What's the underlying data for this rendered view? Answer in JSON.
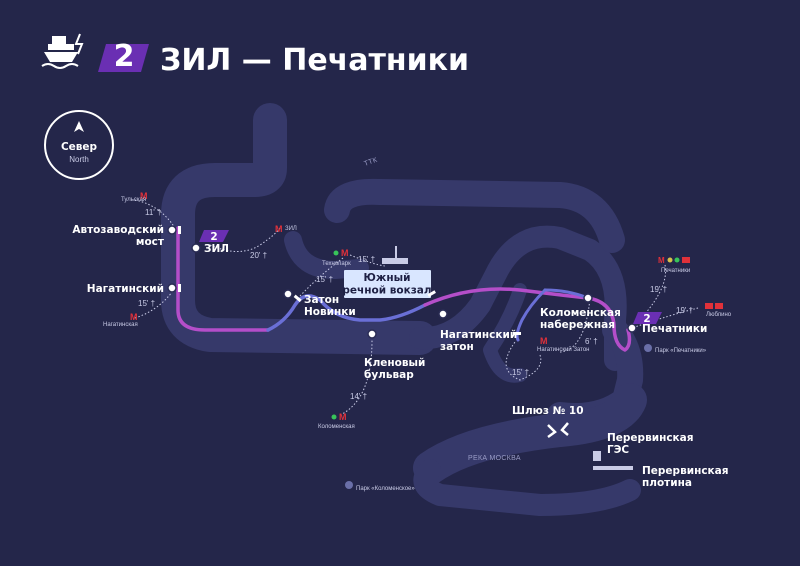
{
  "header": {
    "route_number": "2",
    "title": "ЗИЛ — Печатники"
  },
  "compass": {
    "label_ru": "Север",
    "label_en": "North"
  },
  "river_labels": {
    "ttk": "ТТК",
    "moskva": "РЕКА МОСКВА"
  },
  "piers": {
    "avtozavodsky": "Автозаводский мост",
    "zil": "ЗИЛ",
    "nagatinsky": "Нагатинский",
    "zaton_novinki": "Затон Новинки",
    "yuzhny": "Южный речной вокзал",
    "klenovy": "Кленовый бульвар",
    "nagatinsky_zaton": "Нагатинский затон",
    "kolomenskaya_nab": "Коломенская набережная",
    "pechatniki": "Печатники"
  },
  "metro": {
    "tulskaya": "Тульская",
    "zil": "ЗИЛ",
    "nagatinskaya": "Нагатинская",
    "tekhnopark": "Технопарк",
    "kolomenskaya": "Коломенская",
    "nagatinsky_zaton": "Нагатинский Затон",
    "pechatniki": "Печатники",
    "lyublino": "Люблино"
  },
  "walk_times": {
    "tulskaya": "11'",
    "zil": "20'",
    "nagatinskaya": "15'",
    "tekhnopark_a": "15'",
    "tekhnopark_b": "15'",
    "kolomenskaya": "14'",
    "nagatinsky_zaton_a": "15'",
    "nagatinsky_zaton_b": "6'",
    "pechatniki": "19'",
    "lyublino": "19'"
  },
  "transfer_badge": "2",
  "landmarks": {
    "lock": "Шлюз № 10",
    "ges": "Перервинская ГЭС",
    "dam": "Перервинская плотина",
    "park_kolomenskoe": "Парк «Коломенское»",
    "park_pechatniki": "Парк «Печатники»"
  },
  "colors": {
    "background": "#24264a",
    "river": "#36396a",
    "route_purple": "#b44ec9",
    "route_blue": "#6a6fd6",
    "badge": "#6a2fb3",
    "metro_red": "#e0313a"
  }
}
